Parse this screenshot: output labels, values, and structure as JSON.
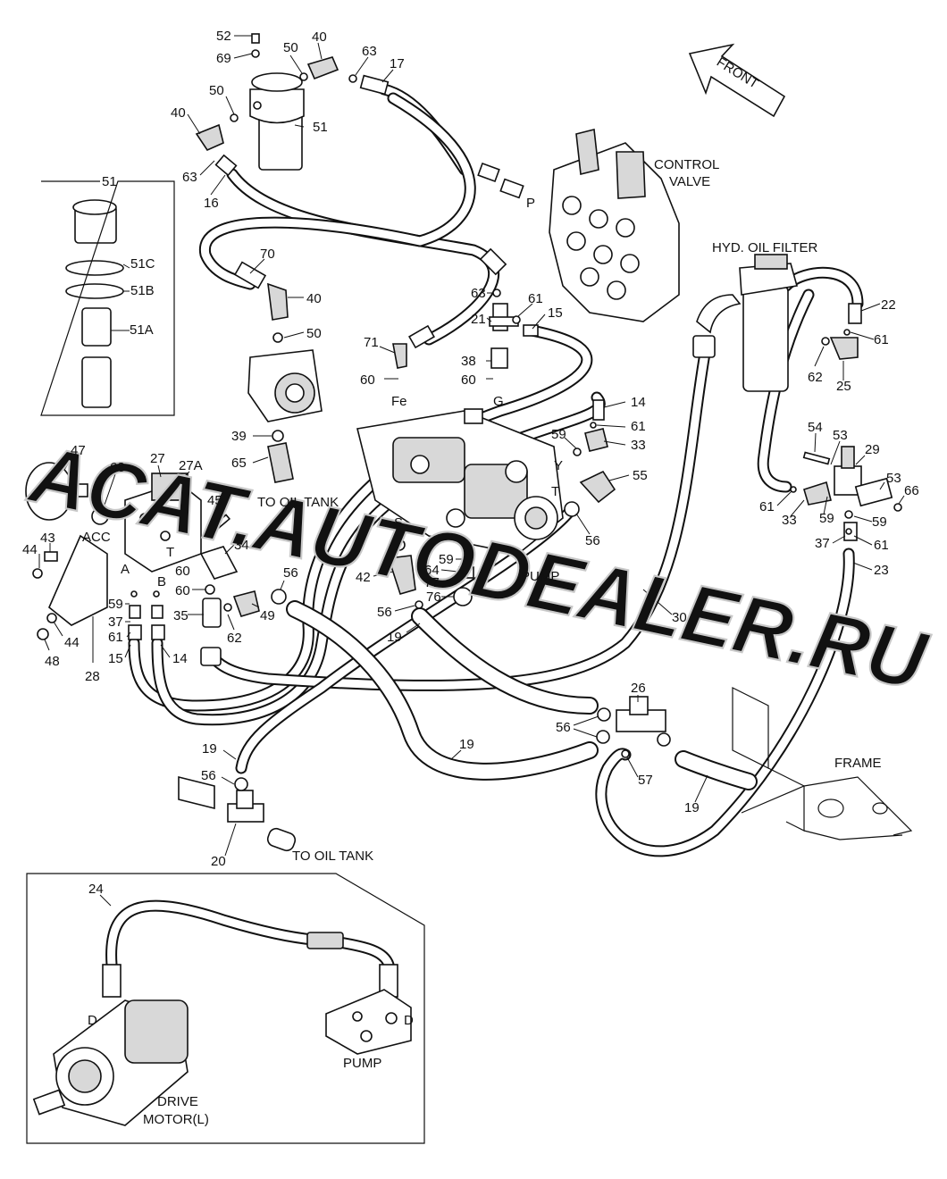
{
  "callouts": {
    "c52": "52",
    "c69": "69",
    "c50a": "50",
    "c40a": "40",
    "c63a": "63",
    "c17": "17",
    "c50b": "50",
    "c40b": "40",
    "c51": "51",
    "c63b": "63",
    "c16": "16",
    "c51box": "51",
    "c51c": "51C",
    "c51b": "51B",
    "c51a": "51A",
    "c70": "70",
    "c40c": "40",
    "c50c": "50",
    "c63c": "63",
    "c61a": "61",
    "c21": "21",
    "c15a": "15",
    "c71": "71",
    "c38": "38",
    "c60a": "60",
    "c60b": "60",
    "c14a": "14",
    "c61b": "61",
    "c59a": "59",
    "c33a": "33",
    "c55": "55",
    "c56a": "56",
    "c39": "39",
    "c65": "65",
    "c47": "47",
    "c68": "68",
    "c27": "27",
    "c27a": "27A",
    "c45": "45",
    "c44a": "44",
    "c43": "43",
    "c34": "34",
    "c60c": "60",
    "c60d": "60",
    "c56b": "56",
    "c59b": "59",
    "c37a": "37",
    "c61c": "61",
    "c15b": "15",
    "c14b": "14",
    "c35": "35",
    "c62a": "62",
    "c49": "49",
    "c44b": "44",
    "c48": "48",
    "c28": "28",
    "c42": "42",
    "c59c": "59",
    "c64": "64",
    "c77": "77",
    "c76": "76",
    "c56c": "56",
    "c19a": "19",
    "c22": "22",
    "c61d": "61",
    "c62b": "62",
    "c25": "25",
    "c54": "54",
    "c53a": "53",
    "c29": "29",
    "c53b": "53",
    "c66": "66",
    "c61e": "61",
    "c33b": "33",
    "c59d": "59",
    "c59e": "59",
    "c37b": "37",
    "c61f": "61",
    "c23": "23",
    "c30": "30",
    "c26": "26",
    "c56d": "56",
    "c57": "57",
    "c19b": "19",
    "c19c": "19",
    "c19d": "19",
    "c56e": "56",
    "c20": "20",
    "c24": "24"
  },
  "labels": {
    "front": "FRONT",
    "control_valve_1": "CONTROL",
    "control_valve_2": "VALVE",
    "hyd_oil_filter": "HYD. OIL FILTER",
    "to_oil_tank_1": "TO OIL TANK",
    "to_oil_tank_2": "TO OIL TANK",
    "acc": "ACC",
    "port_p": "P",
    "port_fe": "Fe",
    "port_g": "G",
    "port_y": "Y",
    "port_t1": "T",
    "port_t2": "T",
    "port_s": "S",
    "port_a": "A",
    "port_b": "B",
    "pump_1": "PUMP",
    "pump_2": "PUMP",
    "frame": "FRAME",
    "port_d1": "D",
    "port_d2": "D",
    "drive_motor_1": "DRIVE",
    "drive_motor_2": "MOTOR(L)"
  },
  "watermark": "ACAT.AUTODEALER.RU"
}
